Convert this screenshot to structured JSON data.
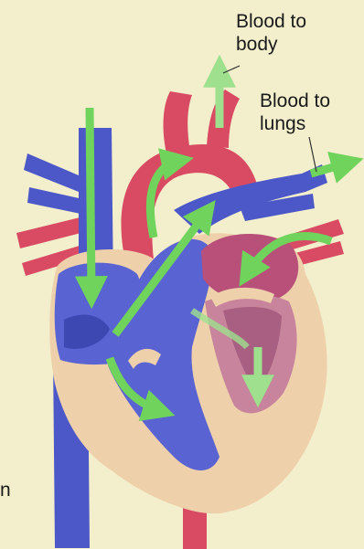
{
  "labels": {
    "blood_to_body": "Blood to\nbody",
    "blood_to_lungs": "Blood to\nlungs",
    "edge_fragment": "n"
  },
  "colors": {
    "background": "#f3efcc",
    "heart_muscle": "#eed0ab",
    "deoxygenated_blood": "#5a63d2",
    "oxygenated_blood": "#d94a63",
    "chamber_interior": "#b9507a",
    "flow_arrow": "#6fd35c"
  }
}
